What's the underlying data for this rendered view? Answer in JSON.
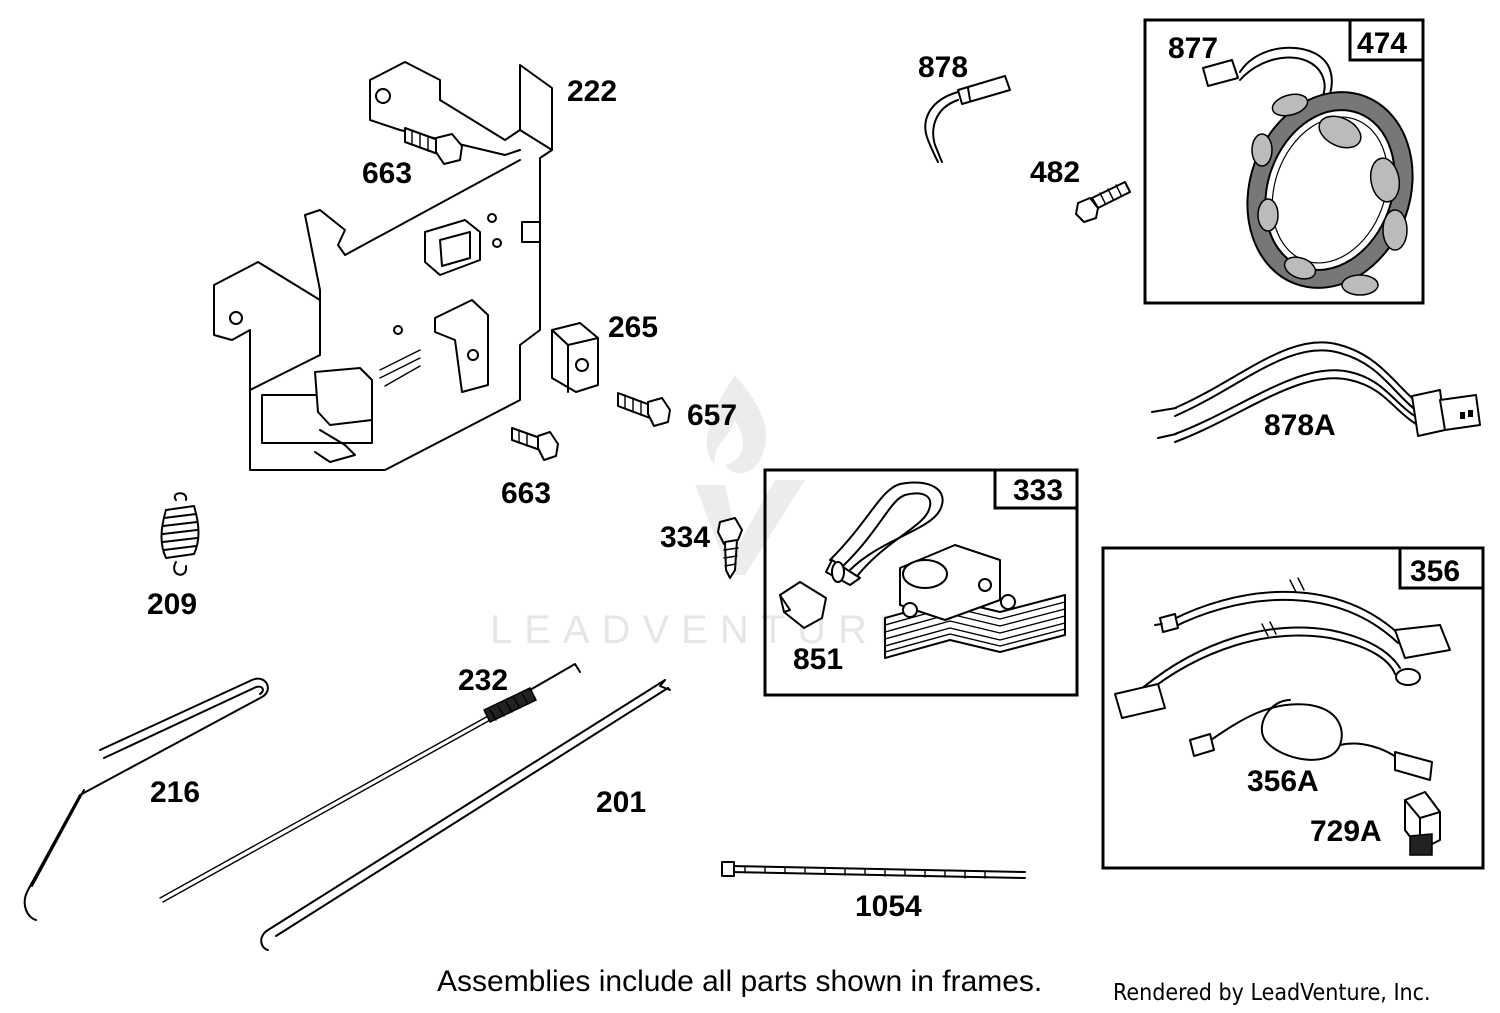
{
  "callouts": {
    "p222": "222",
    "p663a": "663",
    "p265": "265",
    "p657": "657",
    "p663b": "663",
    "p334": "334",
    "p209": "209",
    "p232": "232",
    "p216": "216",
    "p201": "201",
    "p1054": "1054",
    "p878": "878",
    "p482": "482",
    "p877": "877",
    "p878A": "878A",
    "p851": "851",
    "p356A": "356A",
    "p729A": "729A"
  },
  "frames": {
    "f474": "474",
    "f333": "333",
    "f356": "356"
  },
  "footer": {
    "note": "Assemblies include all parts shown in frames.",
    "credit": "Rendered by LeadVenture, Inc."
  },
  "watermark": {
    "text": "LEADVENTURE"
  }
}
